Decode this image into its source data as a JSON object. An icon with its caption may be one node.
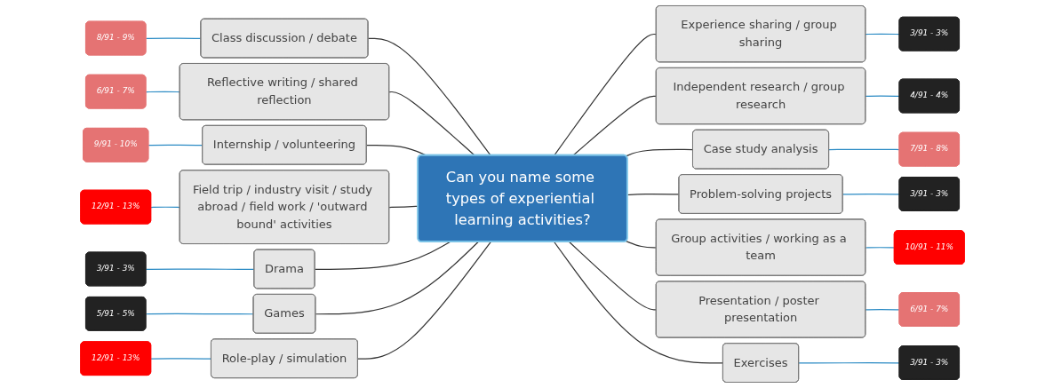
{
  "diagram": {
    "nodes": [
      {
        "text": [
          "Can you name some types of experiential learning activities?"
        ]
      },
      {
        "text": [
          "Class discussion / debate"
        ]
      },
      {
        "text": [
          "8/91 - 9%"
        ]
      },
      {
        "text": [
          "Reflective writing / shared reflection"
        ]
      },
      {
        "text": [
          "6/91 - 7%"
        ]
      },
      {
        "text": [
          "Internship / volunteering"
        ]
      },
      {
        "text": [
          "9/91 - 10%"
        ]
      },
      {
        "text": [
          "Field trip / industry visit / study abroad / field work / 'outward bound' activities"
        ]
      },
      {
        "text": [
          "12/91 - 13%"
        ]
      },
      {
        "text": [
          "Drama"
        ]
      },
      {
        "text": [
          "3/91 - 3%"
        ]
      },
      {
        "text": [
          "Games"
        ]
      },
      {
        "text": [
          "5/91 - 5%"
        ]
      },
      {
        "text": [
          "Role-play / simulation"
        ]
      },
      {
        "text": [
          "12/91 - 13%"
        ]
      },
      {
        "text": [
          "Experience sharing / group sharing"
        ]
      },
      {
        "text": [
          "3/91 - 3%"
        ]
      },
      {
        "text": [
          "Independent research / group research"
        ]
      },
      {
        "text": [
          "4/91 - 4%"
        ]
      },
      {
        "text": [
          "Case study analysis"
        ]
      },
      {
        "text": [
          "7/91 - 8%"
        ]
      },
      {
        "text": [
          "Problem-solving projects"
        ]
      },
      {
        "text": [
          "3/91 - 3%"
        ]
      },
      {
        "text": [
          "Group activities / working as a team"
        ]
      },
      {
        "text": [
          "10/91 - 11%"
        ]
      },
      {
        "text": [
          "Presentation / poster presentation"
        ]
      },
      {
        "text": [
          "6/91 - 7%"
        ]
      },
      {
        "text": [
          "Exercises"
        ]
      },
      {
        "text": [
          "3/91 - 3%"
        ]
      }
    ],
    "edges": [
      {
        "from": 0,
        "to": 1,
        "arrow": "none"
      },
      {
        "from": 1,
        "to": 2,
        "arrow": "none",
        "color": "#2a8ac4"
      },
      {
        "from": 0,
        "to": 3,
        "arrow": "none"
      },
      {
        "from": 3,
        "to": 4,
        "arrow": "none",
        "color": "#2a8ac4"
      },
      {
        "from": 0,
        "to": 5,
        "arrow": "none"
      },
      {
        "from": 5,
        "to": 6,
        "arrow": "none",
        "color": "#2a8ac4"
      },
      {
        "from": 0,
        "to": 7,
        "arrow": "none"
      },
      {
        "from": 7,
        "to": 8,
        "arrow": "none",
        "color": "#2a8ac4"
      },
      {
        "from": 0,
        "to": 9,
        "arrow": "none"
      },
      {
        "from": 9,
        "to": 10,
        "arrow": "none",
        "color": "#2a8ac4"
      },
      {
        "from": 0,
        "to": 11,
        "arrow": "none"
      },
      {
        "from": 11,
        "to": 12,
        "arrow": "none",
        "color": "#2a8ac4"
      },
      {
        "from": 0,
        "to": 13,
        "arrow": "none"
      },
      {
        "from": 13,
        "to": 14,
        "arrow": "none",
        "color": "#2a8ac4"
      },
      {
        "from": 0,
        "to": 15,
        "arrow": "none"
      },
      {
        "from": 15,
        "to": 16,
        "arrow": "none",
        "color": "#2a8ac4"
      },
      {
        "from": 0,
        "to": 17,
        "arrow": "none"
      },
      {
        "from": 17,
        "to": 18,
        "arrow": "none",
        "color": "#2a8ac4"
      },
      {
        "from": 0,
        "to": 19,
        "arrow": "none"
      },
      {
        "from": 19,
        "to": 20,
        "arrow": "none",
        "color": "#2a8ac4"
      },
      {
        "from": 0,
        "to": 21,
        "arrow": "none"
      },
      {
        "from": 21,
        "to": 22,
        "arrow": "none",
        "color": "#2a8ac4"
      },
      {
        "from": 0,
        "to": 23,
        "arrow": "none"
      },
      {
        "from": 23,
        "to": 24,
        "arrow": "none",
        "color": "#2a8ac4"
      },
      {
        "from": 0,
        "to": 25,
        "arrow": "none"
      },
      {
        "from": 25,
        "to": 26,
        "arrow": "none",
        "color": "#2a8ac4"
      },
      {
        "from": 0,
        "to": 27,
        "arrow": "none"
      },
      {
        "from": 27,
        "to": 28,
        "arrow": "none",
        "color": "#2a8ac4"
      }
    ]
  }
}
